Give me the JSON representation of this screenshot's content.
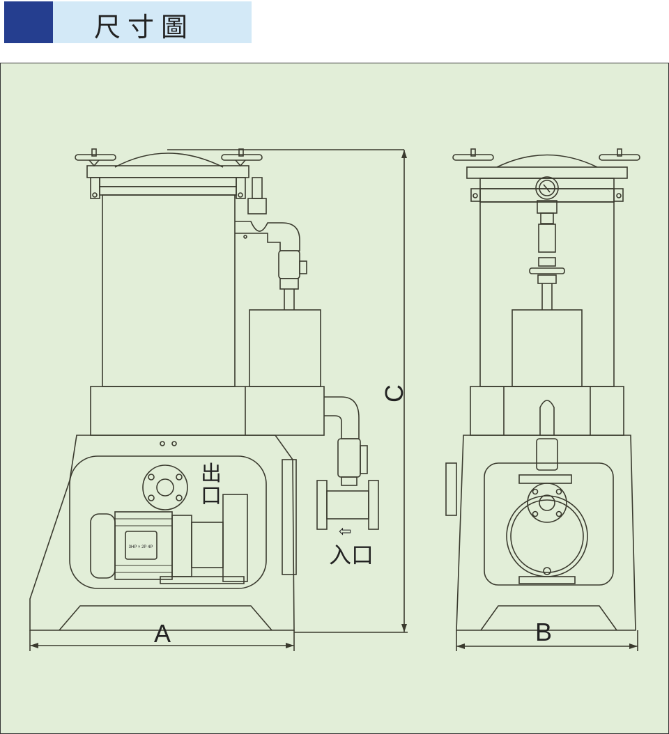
{
  "header": {
    "title": "尺寸圖",
    "accent_color": "#253e8f",
    "band_color": "#d3e9f7"
  },
  "diagram": {
    "background_color": "#e2eed8",
    "dimension_a": "A",
    "dimension_b": "B",
    "dimension_c": "C",
    "outlet_label": "出口",
    "inlet_label": "入口",
    "motor_plate": "3HP × 2P 4P"
  }
}
